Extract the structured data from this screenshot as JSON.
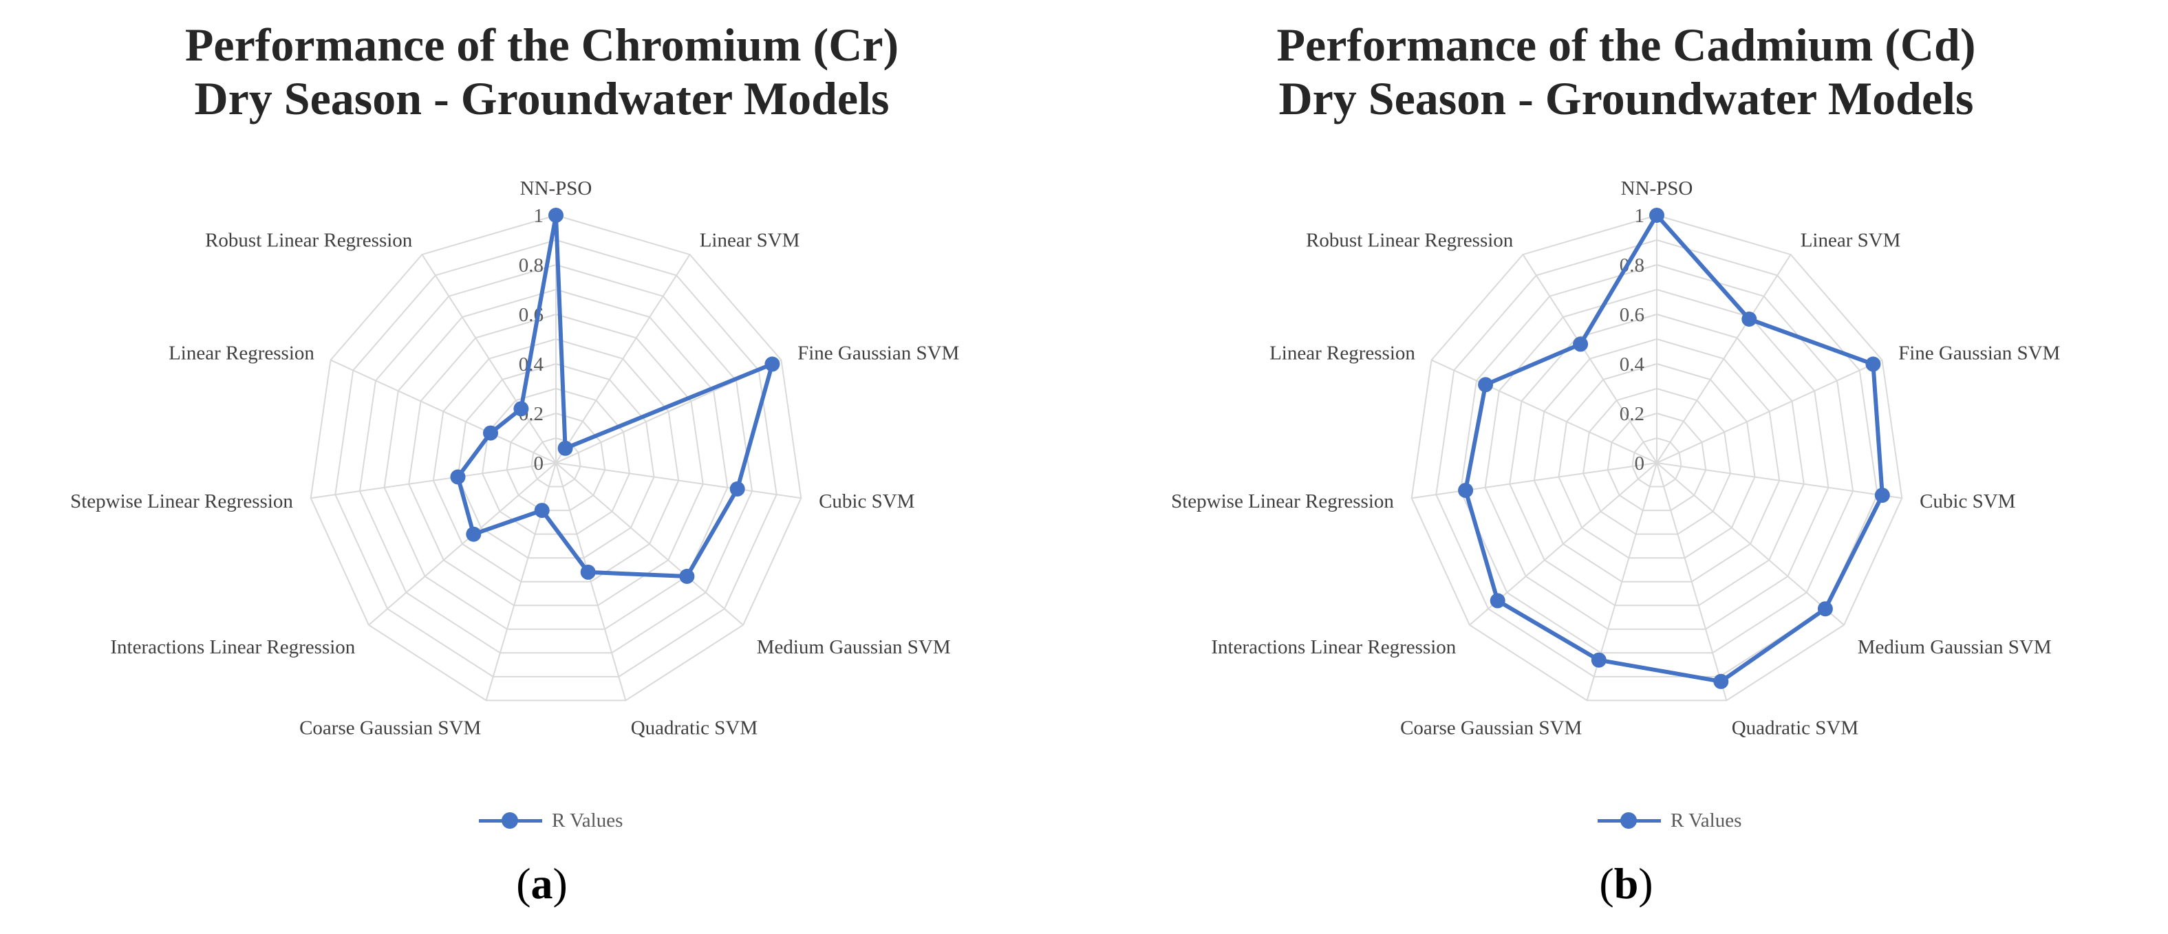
{
  "legend_label": "R Values",
  "series_color": "#4472C4",
  "panels": [
    {
      "title_line1": "Performance of the Chromium (Cr)",
      "title_line2": "Dry Season - Groundwater Models",
      "sublabel_open": "(",
      "sublabel_letter": "a",
      "sublabel_close": ")"
    },
    {
      "title_line1": "Performance of the Cadmium (Cd)",
      "title_line2": "Dry Season - Groundwater Models",
      "sublabel_open": "(",
      "sublabel_letter": "b",
      "sublabel_close": ")"
    }
  ],
  "chart_data": [
    {
      "type": "radar",
      "title": "Performance of the Chromium (Cr) Dry Season - Groundwater Models",
      "categories": [
        "NN-PSO",
        "Linear SVM",
        "Fine Gaussian SVM",
        "Cubic SVM",
        "Medium Gaussian SVM",
        "Quadratic SVM",
        "Coarse Gaussian SVM",
        "Interactions Linear Regression",
        "Stepwise Linear Regression",
        "Linear Regression",
        "Robust Linear Regression"
      ],
      "series": [
        {
          "name": "R Values",
          "values": [
            1.0,
            0.07,
            0.96,
            0.74,
            0.7,
            0.46,
            0.2,
            0.44,
            0.4,
            0.29,
            0.26
          ]
        }
      ],
      "ticks": [
        "0",
        "0.2",
        "0.4",
        "0.6",
        "0.8",
        "1"
      ],
      "rmax": 1,
      "grid": true,
      "legend": "bottom"
    },
    {
      "type": "radar",
      "title": "Performance of the Cadmium (Cd) Dry Season - Groundwater Models",
      "categories": [
        "NN-PSO",
        "Linear SVM",
        "Fine Gaussian SVM",
        "Cubic SVM",
        "Medium Gaussian SVM",
        "Quadratic SVM",
        "Coarse Gaussian SVM",
        "Interactions Linear Regression",
        "Stepwise Linear Regression",
        "Linear Regression",
        "Robust Linear Regression"
      ],
      "series": [
        {
          "name": "R Values",
          "values": [
            1.0,
            0.69,
            0.96,
            0.92,
            0.9,
            0.92,
            0.83,
            0.85,
            0.78,
            0.76,
            0.57
          ]
        }
      ],
      "ticks": [
        "0",
        "0.2",
        "0.4",
        "0.6",
        "0.8",
        "1"
      ],
      "rmax": 1,
      "grid": true,
      "legend": "bottom"
    }
  ]
}
